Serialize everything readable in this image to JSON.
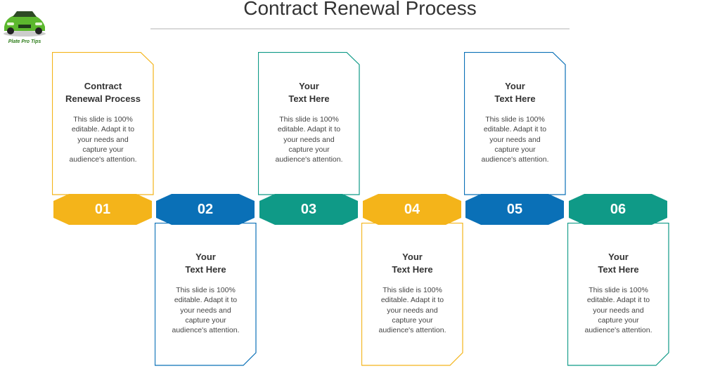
{
  "title": "Contract Renewal Process",
  "logo": {
    "text": "Plate Pro Tips",
    "icon": "green-car-icon"
  },
  "colors": {
    "yellow": "#f4b41a",
    "blue": "#0a70b7",
    "teal": "#0f9a87"
  },
  "steps": [
    {
      "number": "01",
      "color": "#f4b41a",
      "position": "top",
      "heading_line1": "Contract",
      "heading_line2": "Renewal Process",
      "body": [
        "This slide is 100%",
        "editable. Adapt it to",
        "your needs and",
        "capture your",
        "audience's attention."
      ]
    },
    {
      "number": "02",
      "color": "#0a70b7",
      "position": "bottom",
      "heading_line1": "Your",
      "heading_line2": "Text Here",
      "body": [
        "This slide is 100%",
        "editable. Adapt it to",
        "your needs and",
        "capture your",
        "audience's attention."
      ]
    },
    {
      "number": "03",
      "color": "#0f9a87",
      "position": "top",
      "heading_line1": "Your",
      "heading_line2": "Text Here",
      "body": [
        "This slide is 100%",
        "editable. Adapt it to",
        "your needs and",
        "capture your",
        "audience's attention."
      ]
    },
    {
      "number": "04",
      "color": "#f4b41a",
      "position": "bottom",
      "heading_line1": "Your",
      "heading_line2": "Text Here",
      "body": [
        "This slide is 100%",
        "editable. Adapt it to",
        "your needs and",
        "capture your",
        "audience's attention."
      ]
    },
    {
      "number": "05",
      "color": "#0a70b7",
      "position": "top",
      "heading_line1": "Your",
      "heading_line2": "Text Here",
      "body": [
        "This slide is 100%",
        "editable. Adapt it to",
        "your needs and",
        "capture your",
        "audience's attention."
      ]
    },
    {
      "number": "06",
      "color": "#0f9a87",
      "position": "bottom",
      "heading_line1": "Your",
      "heading_line2": "Text Here",
      "body": [
        "This slide is 100%",
        "editable. Adapt it to",
        "your needs and",
        "capture your",
        "audience's attention."
      ]
    }
  ]
}
